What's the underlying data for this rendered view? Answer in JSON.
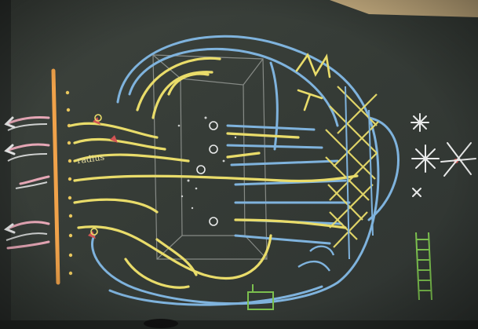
{
  "image": {
    "kind": "photograph",
    "subject": "chalkboard-diagram",
    "chalk_colors": {
      "yellow": "#e9dc6a",
      "blue": "#7fb3dd",
      "white": "#e9eaea",
      "pink": "#e6a7b6",
      "orange": "#f0a24a",
      "red": "#d25454",
      "green": "#7bbf4e"
    }
  },
  "labels": {
    "radius_note": "radius"
  }
}
